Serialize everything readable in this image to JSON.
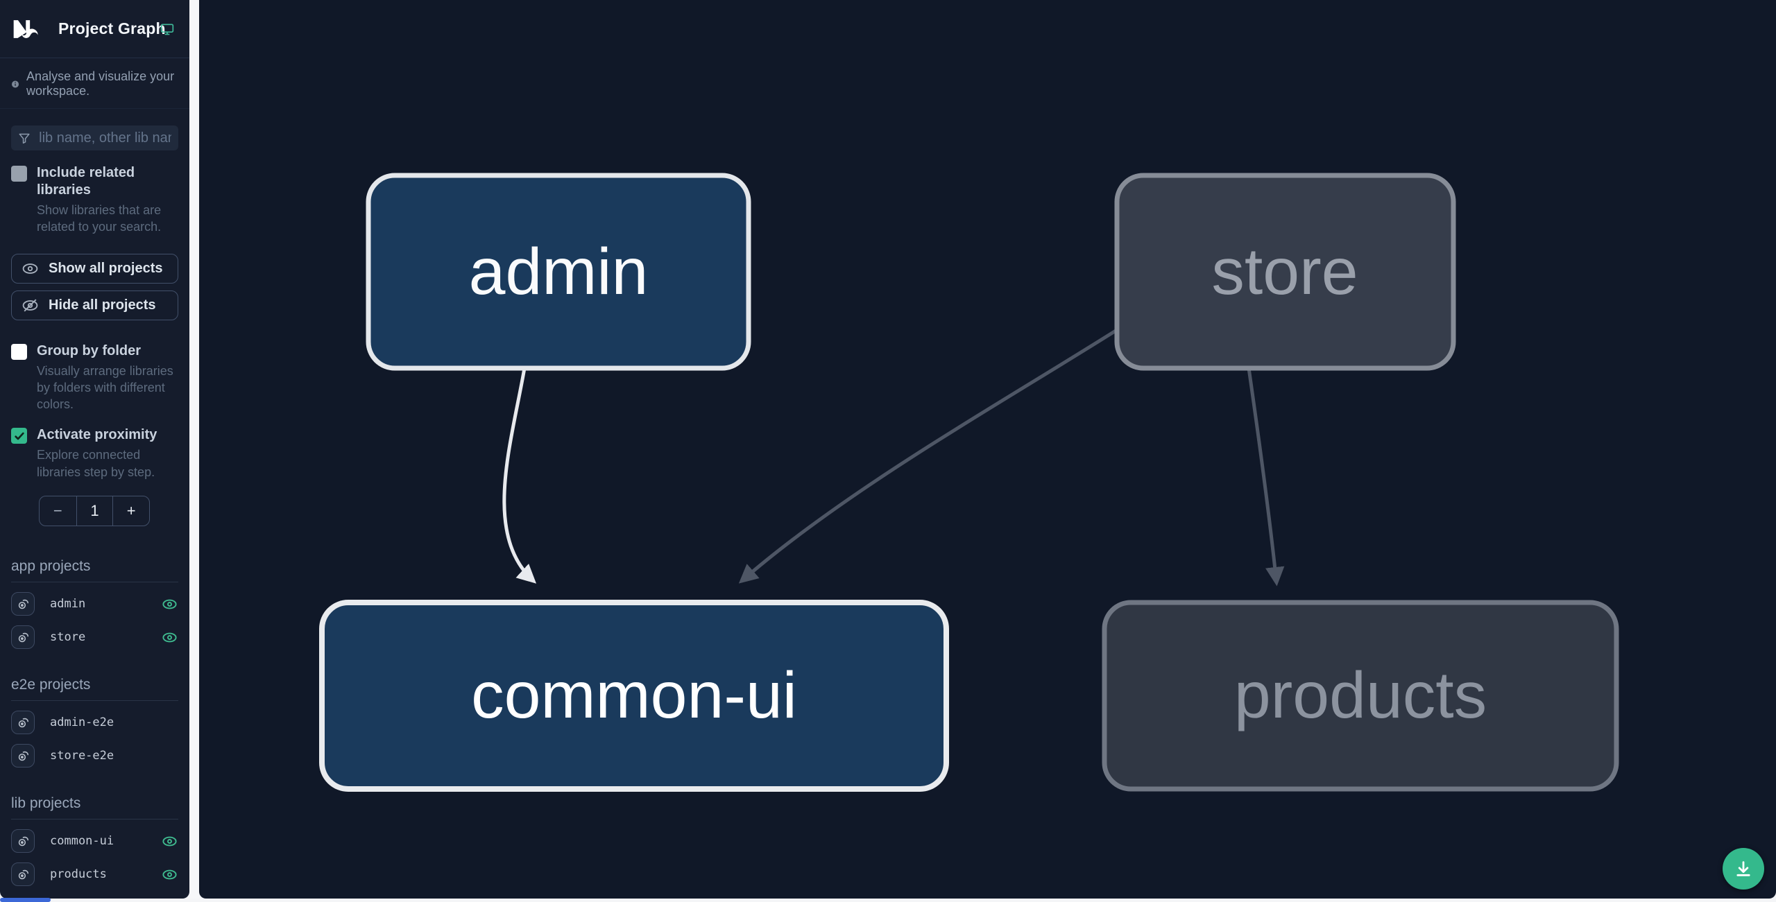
{
  "header": {
    "title": "Project Graph"
  },
  "intro": {
    "text": "Analyse and visualize your workspace."
  },
  "search": {
    "placeholder": "lib name, other lib name"
  },
  "checkboxes": {
    "include_related": {
      "label": "Include related libraries",
      "description": "Show libraries that are related to your search.",
      "checked": false
    },
    "group_by_folder": {
      "label": "Group by folder",
      "description": "Visually arrange libraries by folders with different colors.",
      "checked": false
    },
    "activate_proximity": {
      "label": "Activate proximity",
      "description": "Explore connected libraries step by step.",
      "checked": true
    }
  },
  "buttons": {
    "show_all": "Show all projects",
    "hide_all": "Hide all projects"
  },
  "proximity_counter": {
    "decrement": "−",
    "value": "1",
    "increment": "+"
  },
  "sections": [
    {
      "title": "app projects",
      "items": [
        {
          "name": "admin",
          "visible": true
        },
        {
          "name": "store",
          "visible": true
        }
      ]
    },
    {
      "title": "e2e projects",
      "items": [
        {
          "name": "admin-e2e",
          "visible": false
        },
        {
          "name": "store-e2e",
          "visible": false
        }
      ]
    },
    {
      "title": "lib projects",
      "items": [
        {
          "name": "common-ui",
          "visible": true
        },
        {
          "name": "products",
          "visible": true
        }
      ]
    }
  ],
  "graph": {
    "nodes": [
      {
        "label": "admin",
        "state": "focused",
        "fill": "#1a3a5c",
        "stroke": "#e4e7eb",
        "text": "#fafbfc"
      },
      {
        "label": "store",
        "state": "muted",
        "fill": "#363d4b",
        "stroke": "#868c97",
        "text": "#9aa0ab"
      },
      {
        "label": "common-ui",
        "state": "focused",
        "fill": "#1a3a5c",
        "stroke": "#e9ebee",
        "text": "#ffffff"
      },
      {
        "label": "products",
        "state": "muted",
        "fill": "#303744",
        "stroke": "#6f7683",
        "text": "#8c939f"
      }
    ],
    "edges": [
      {
        "from": "admin",
        "to": "common-ui",
        "state": "highlighted"
      },
      {
        "from": "store",
        "to": "common-ui",
        "state": "muted"
      },
      {
        "from": "store",
        "to": "products",
        "state": "muted"
      }
    ]
  },
  "colors": {
    "accent_green": "#34b98c",
    "edge_highlight": "#e8eaee",
    "edge_muted": "#4e5665",
    "sidebar_bg": "#151c2c",
    "canvas_bg": "#101828",
    "scrollbar_blue": "#3c68d7"
  }
}
